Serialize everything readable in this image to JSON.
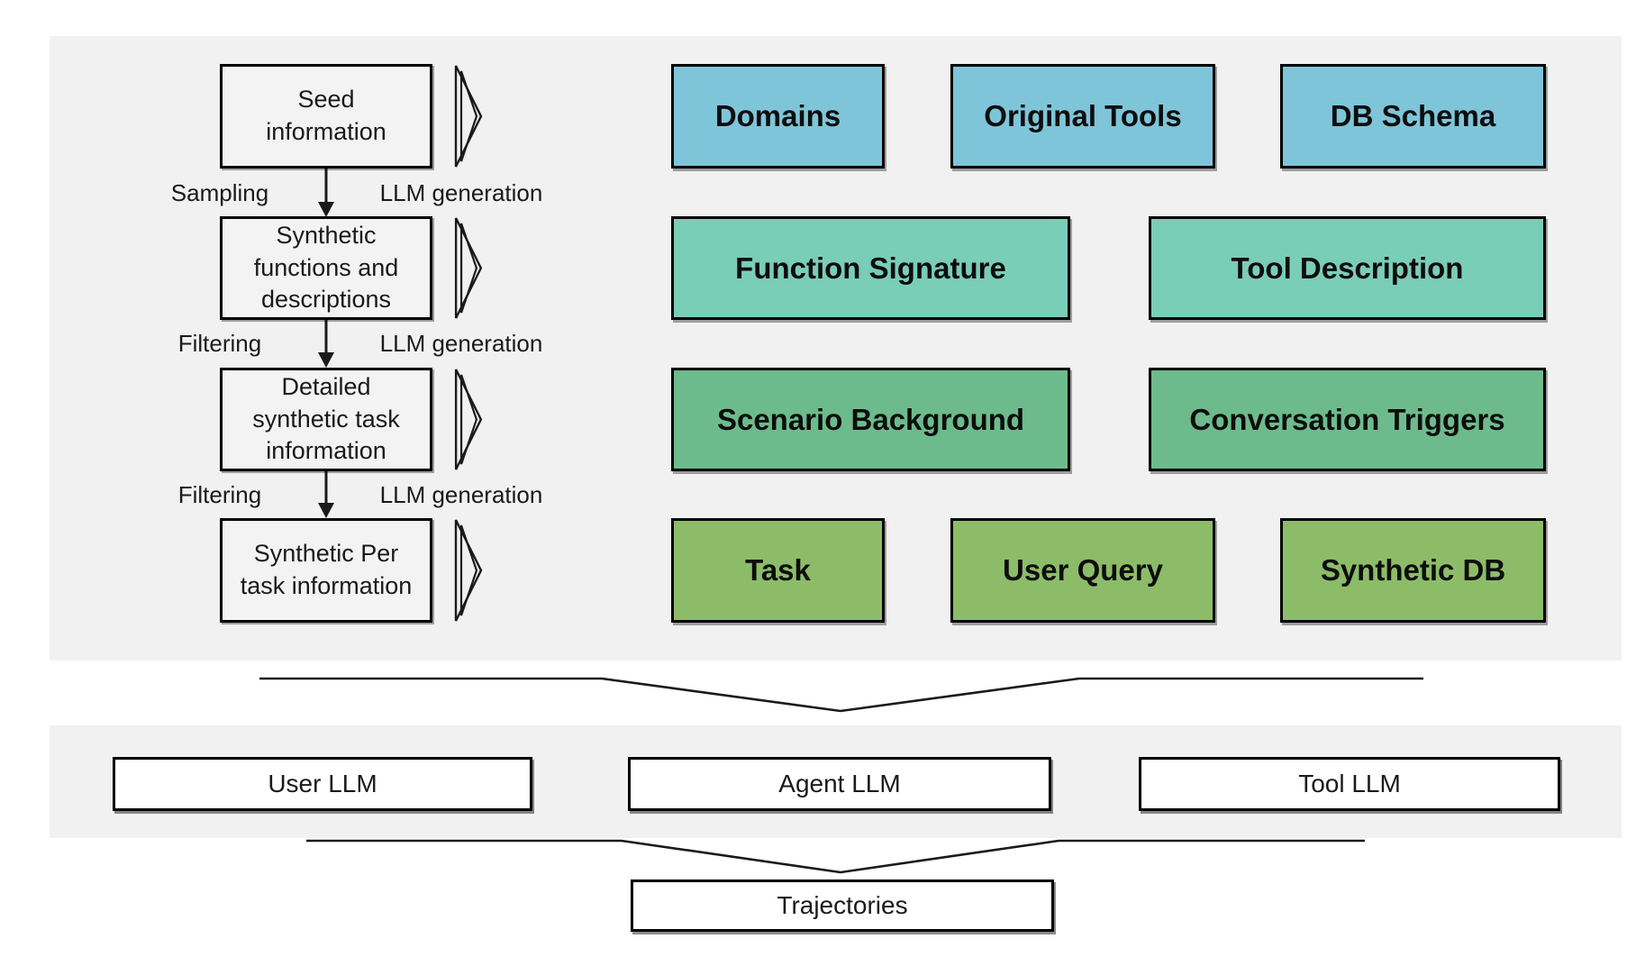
{
  "diagram": {
    "pipeline": {
      "stages": [
        {
          "label": "Seed\ninformation"
        },
        {
          "label": "Synthetic\nfunctions and\ndescriptions"
        },
        {
          "label": "Detailed\nsynthetic task\ninformation"
        },
        {
          "label": "Synthetic Per\ntask information"
        }
      ],
      "transitions": [
        {
          "left_label": "Sampling",
          "right_label": "LLM generation"
        },
        {
          "left_label": "Filtering",
          "right_label": "LLM generation"
        },
        {
          "left_label": "Filtering",
          "right_label": "LLM generation"
        }
      ]
    },
    "artifact_rows": [
      {
        "color": "#7ec5d9",
        "items": [
          {
            "label": "Domains"
          },
          {
            "label": "Original Tools"
          },
          {
            "label": "DB Schema"
          }
        ]
      },
      {
        "color": "#7acdb7",
        "items": [
          {
            "label": "Function Signature"
          },
          {
            "label": "Tool Description"
          }
        ]
      },
      {
        "color": "#6dbb8c",
        "items": [
          {
            "label": "Scenario Background"
          },
          {
            "label": "Conversation Triggers"
          }
        ]
      },
      {
        "color": "#8dbc69",
        "items": [
          {
            "label": "Task"
          },
          {
            "label": "User Query"
          },
          {
            "label": "Synthetic DB"
          }
        ]
      }
    ],
    "llm_boxes": [
      {
        "label": "User LLM"
      },
      {
        "label": "Agent LLM"
      },
      {
        "label": "Tool LLM"
      }
    ],
    "output_box": {
      "label": "Trajectories"
    }
  },
  "colors": {
    "panel_bg": "#f1f1f2",
    "blue": "#7ec5d9",
    "teal": "#7acdb7",
    "green": "#6dbb8c",
    "olive": "#8dbc69",
    "line": "#1a1a1a"
  }
}
